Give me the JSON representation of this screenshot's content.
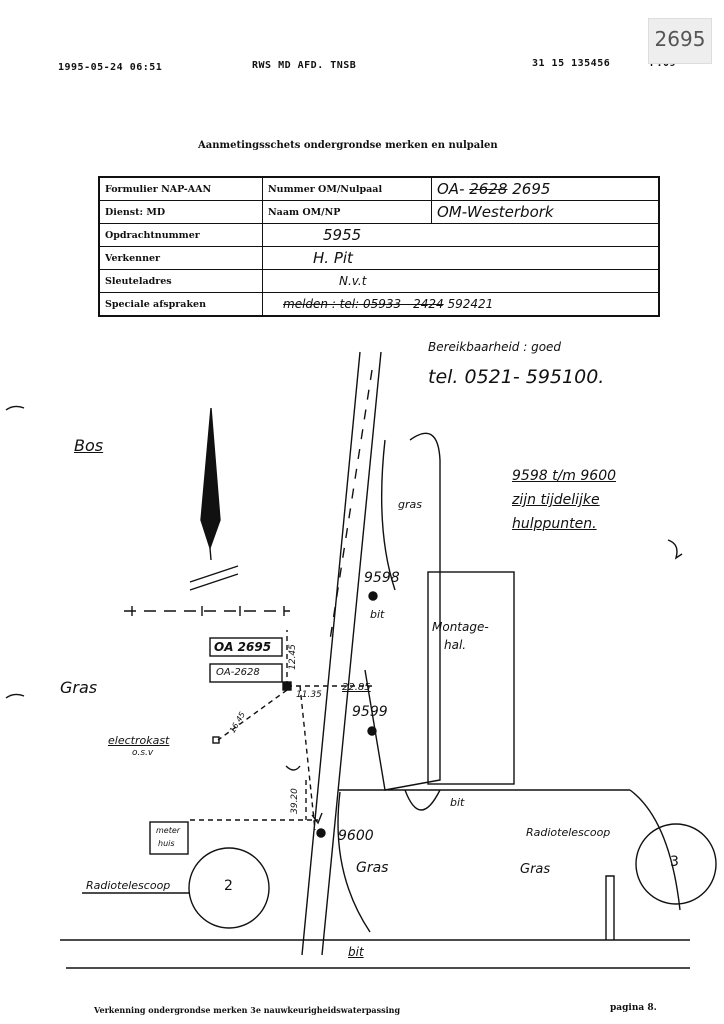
{
  "header": {
    "datetime": "1995-05-24  06:51",
    "sender": "RWS MD AFD. TNSB",
    "phone": "31 15 135456",
    "page": "P.09",
    "stamp_number": "2695"
  },
  "title": "Aanmetingsschets ondergrondse merken en nulpalen",
  "form": {
    "formulier_label": "Formulier NAP-AAN",
    "nummer_label": "Nummer OM/Nulpaal",
    "nummer_value_prefix": "OA-",
    "nummer_value_struck": "2628",
    "nummer_value": "2695",
    "dienst_label": "Dienst: MD",
    "naam_label": "Naam OM/NP",
    "naam_value": "OM-Westerbork",
    "opdracht_label": "Opdrachtnummer",
    "opdracht_value": "5955",
    "verkenner_label": "Verkenner",
    "verkenner_value": "H. Pit",
    "sleutel_label": "Sleuteladres",
    "sleutel_value": "N.v.t",
    "speciale_label": "Speciale afspraken",
    "speciale_value_struck": "melden : tel: 05933 - 2424",
    "speciale_value": "592421"
  },
  "notes": {
    "bereik": "Bereikbaarheid : goed",
    "tel": "tel. 0521- 595100.",
    "hulppunten_1": "9598 t/m 9600",
    "hulppunten_2": "zijn tijdelijke",
    "hulppunten_3": "hulppunten."
  },
  "sketch": {
    "bos": "Bos",
    "gras_left": "Gras",
    "gras_top": "gras",
    "pt_9598": "9598",
    "bit_1": "bit",
    "montage_1": "Montage-",
    "montage_2": "hal.",
    "om_label": "OA 2695",
    "om_label_old": "OA-2628",
    "dist_1245": "12.45",
    "dist_2285": "22.85",
    "dist_1135": "11.35",
    "pt_9599": "9599",
    "electrokast": "electrokast",
    "osv": "o.s.v",
    "dist_1645": "16.45",
    "dist_3920": "39.20",
    "bit_2": "bit",
    "meterhuis_1": "meter",
    "meterhuis_2": "huis",
    "pt_9600": "9600",
    "radio_right": "Radiotelescoop",
    "radio_left": "Radiotelescoop",
    "num_2": "2",
    "num_3": "3",
    "gras_mid": "Gras",
    "gras_right": "Gras",
    "bit_3": "bit"
  },
  "footer": {
    "left": "Verkenning ondergrondse merken 3e nauwkeurigheidswaterpassing",
    "right": "pagina 8."
  }
}
